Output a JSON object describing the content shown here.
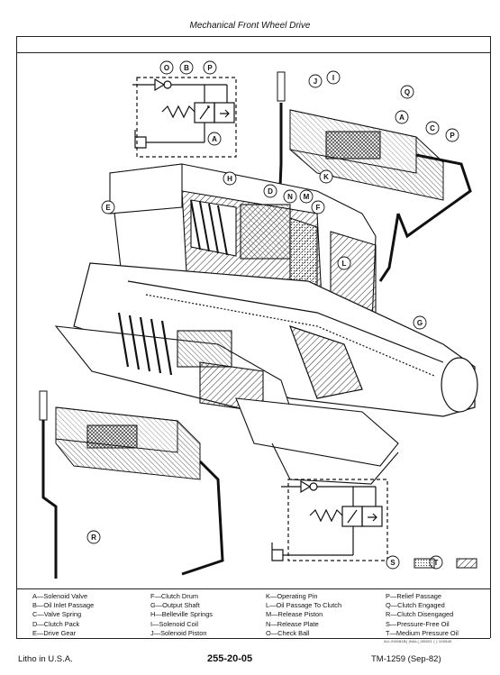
{
  "header": {
    "title": "Mechanical Front Wheel Drive"
  },
  "figure": {
    "callouts": [
      "A",
      "B",
      "C",
      "D",
      "E",
      "F",
      "G",
      "H",
      "I",
      "J",
      "K",
      "L",
      "M",
      "N",
      "O",
      "P",
      "Q",
      "R",
      "S",
      "T"
    ],
    "key_swatches": [
      "S",
      "T"
    ]
  },
  "legend": {
    "col1": [
      "A—Solenoid Valve",
      "B—Oil Inlet Passage",
      "C—Valve Spring",
      "D—Clutch Pack",
      "E—Drive Gear"
    ],
    "col2": [
      "F—Clutch Drum",
      "G—Output Shaft",
      "H—Belleville Springs",
      "I—Solenoid Coil",
      "J—Solenoid Piston"
    ],
    "col3": [
      "K—Operating Pin",
      "L—Oil Passage To Clutch",
      "M—Release Piston",
      "N—Release Plate",
      "O—Check Ball"
    ],
    "col4": [
      "P—Relief Passage",
      "Q—Clutch Engaged",
      "R—Clutch Disengaged",
      "S—Pressure-Free Oil",
      "T—Medium Pressure Oil"
    ]
  },
  "image_code": "ALL/H4581B(  )N&L(  )95001  (  )   100840",
  "footer": {
    "left": "Litho in U.S.A.",
    "center": "255-20-05",
    "right": "TM-1259 (Sep-82)"
  }
}
